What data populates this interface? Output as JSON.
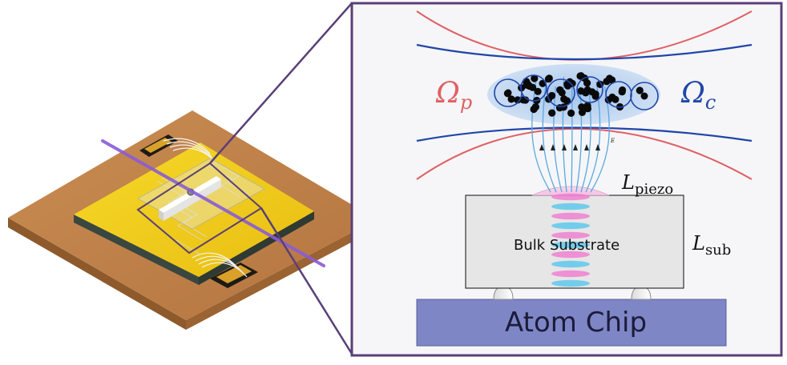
{
  "labels": {
    "omega_p": {
      "base": "Ω",
      "sub": "p"
    },
    "omega_c": {
      "base": "Ω",
      "sub": "c"
    },
    "l_piezo": {
      "base": "L",
      "sub": "piezo"
    },
    "l_sub": {
      "base": "L",
      "sub": "sub"
    },
    "bulk_substrate": "Bulk Substrate",
    "atom_chip": "Atom Chip",
    "field_marker": "E"
  },
  "colors": {
    "probe_beam": "#e06064",
    "coupling_beam": "#2146a8",
    "atom": "#0a0a0a",
    "atom_cloud": "#a9c7ec",
    "field_lines": "#5aa7e0",
    "substrate": "#e6e6e6",
    "atom_chip": "#7e86c6",
    "frame": "#5a3f78",
    "board": "#b97a43",
    "gold_plate": "#f2cf1a",
    "laser": "#8a5cd6",
    "wave_pink": "#f07ad0",
    "wave_cyan": "#58c6ee"
  },
  "icons": [
    "device-3d-illustration",
    "zoom-connector-lines",
    "field-arrow-icon"
  ]
}
